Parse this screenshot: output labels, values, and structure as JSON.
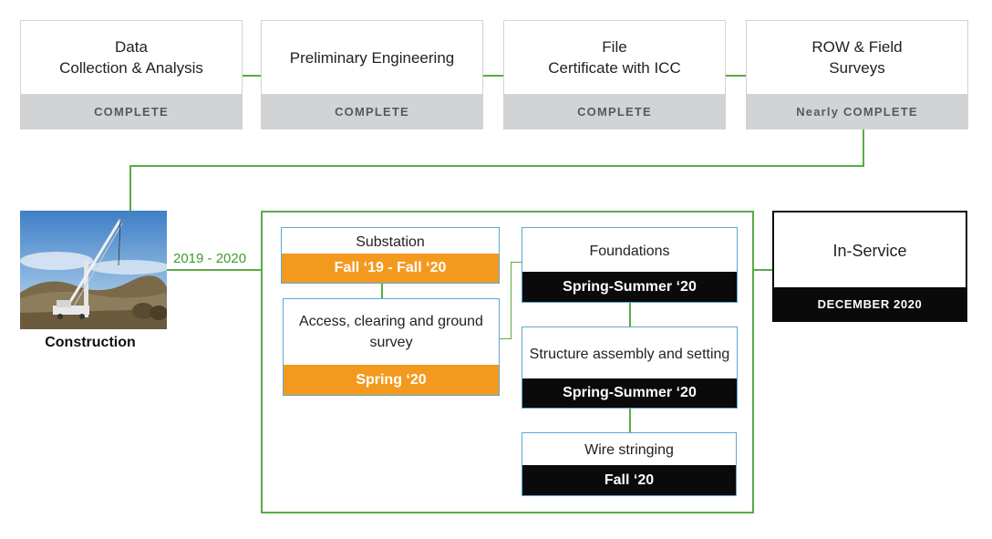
{
  "phases": [
    {
      "title": "Data\nCollection & Analysis",
      "status": "COMPLETE"
    },
    {
      "title": "Preliminary Engineering",
      "status": "COMPLETE"
    },
    {
      "title": "File\nCertificate with ICC",
      "status": "COMPLETE"
    },
    {
      "title": "ROW & Field\nSurveys",
      "status": "Nearly COMPLETE"
    }
  ],
  "construction": {
    "caption": "Construction",
    "years": "2019 - 2020"
  },
  "tasks": {
    "substation": {
      "title": "Substation",
      "date": "Fall ‘19 - Fall ‘20"
    },
    "access": {
      "title": "Access, clearing and ground\nsurvey",
      "date": "Spring ‘20"
    },
    "foundations": {
      "title": "Foundations",
      "date": "Spring-Summer ‘20"
    },
    "structure": {
      "title": "Structure assembly and setting",
      "date": "Spring-Summer  ‘20"
    },
    "wire": {
      "title": "Wire stringing",
      "date": "Fall ‘20"
    }
  },
  "in_service": {
    "title": "In-Service",
    "date": "DECEMBER 2020"
  },
  "colors": {
    "line_green": "#5aab45",
    "status_gray": "#d2d3d5",
    "orange": "#f39a1e",
    "black": "#0a0a0a",
    "task_border_blue": "#5aa8d6"
  }
}
